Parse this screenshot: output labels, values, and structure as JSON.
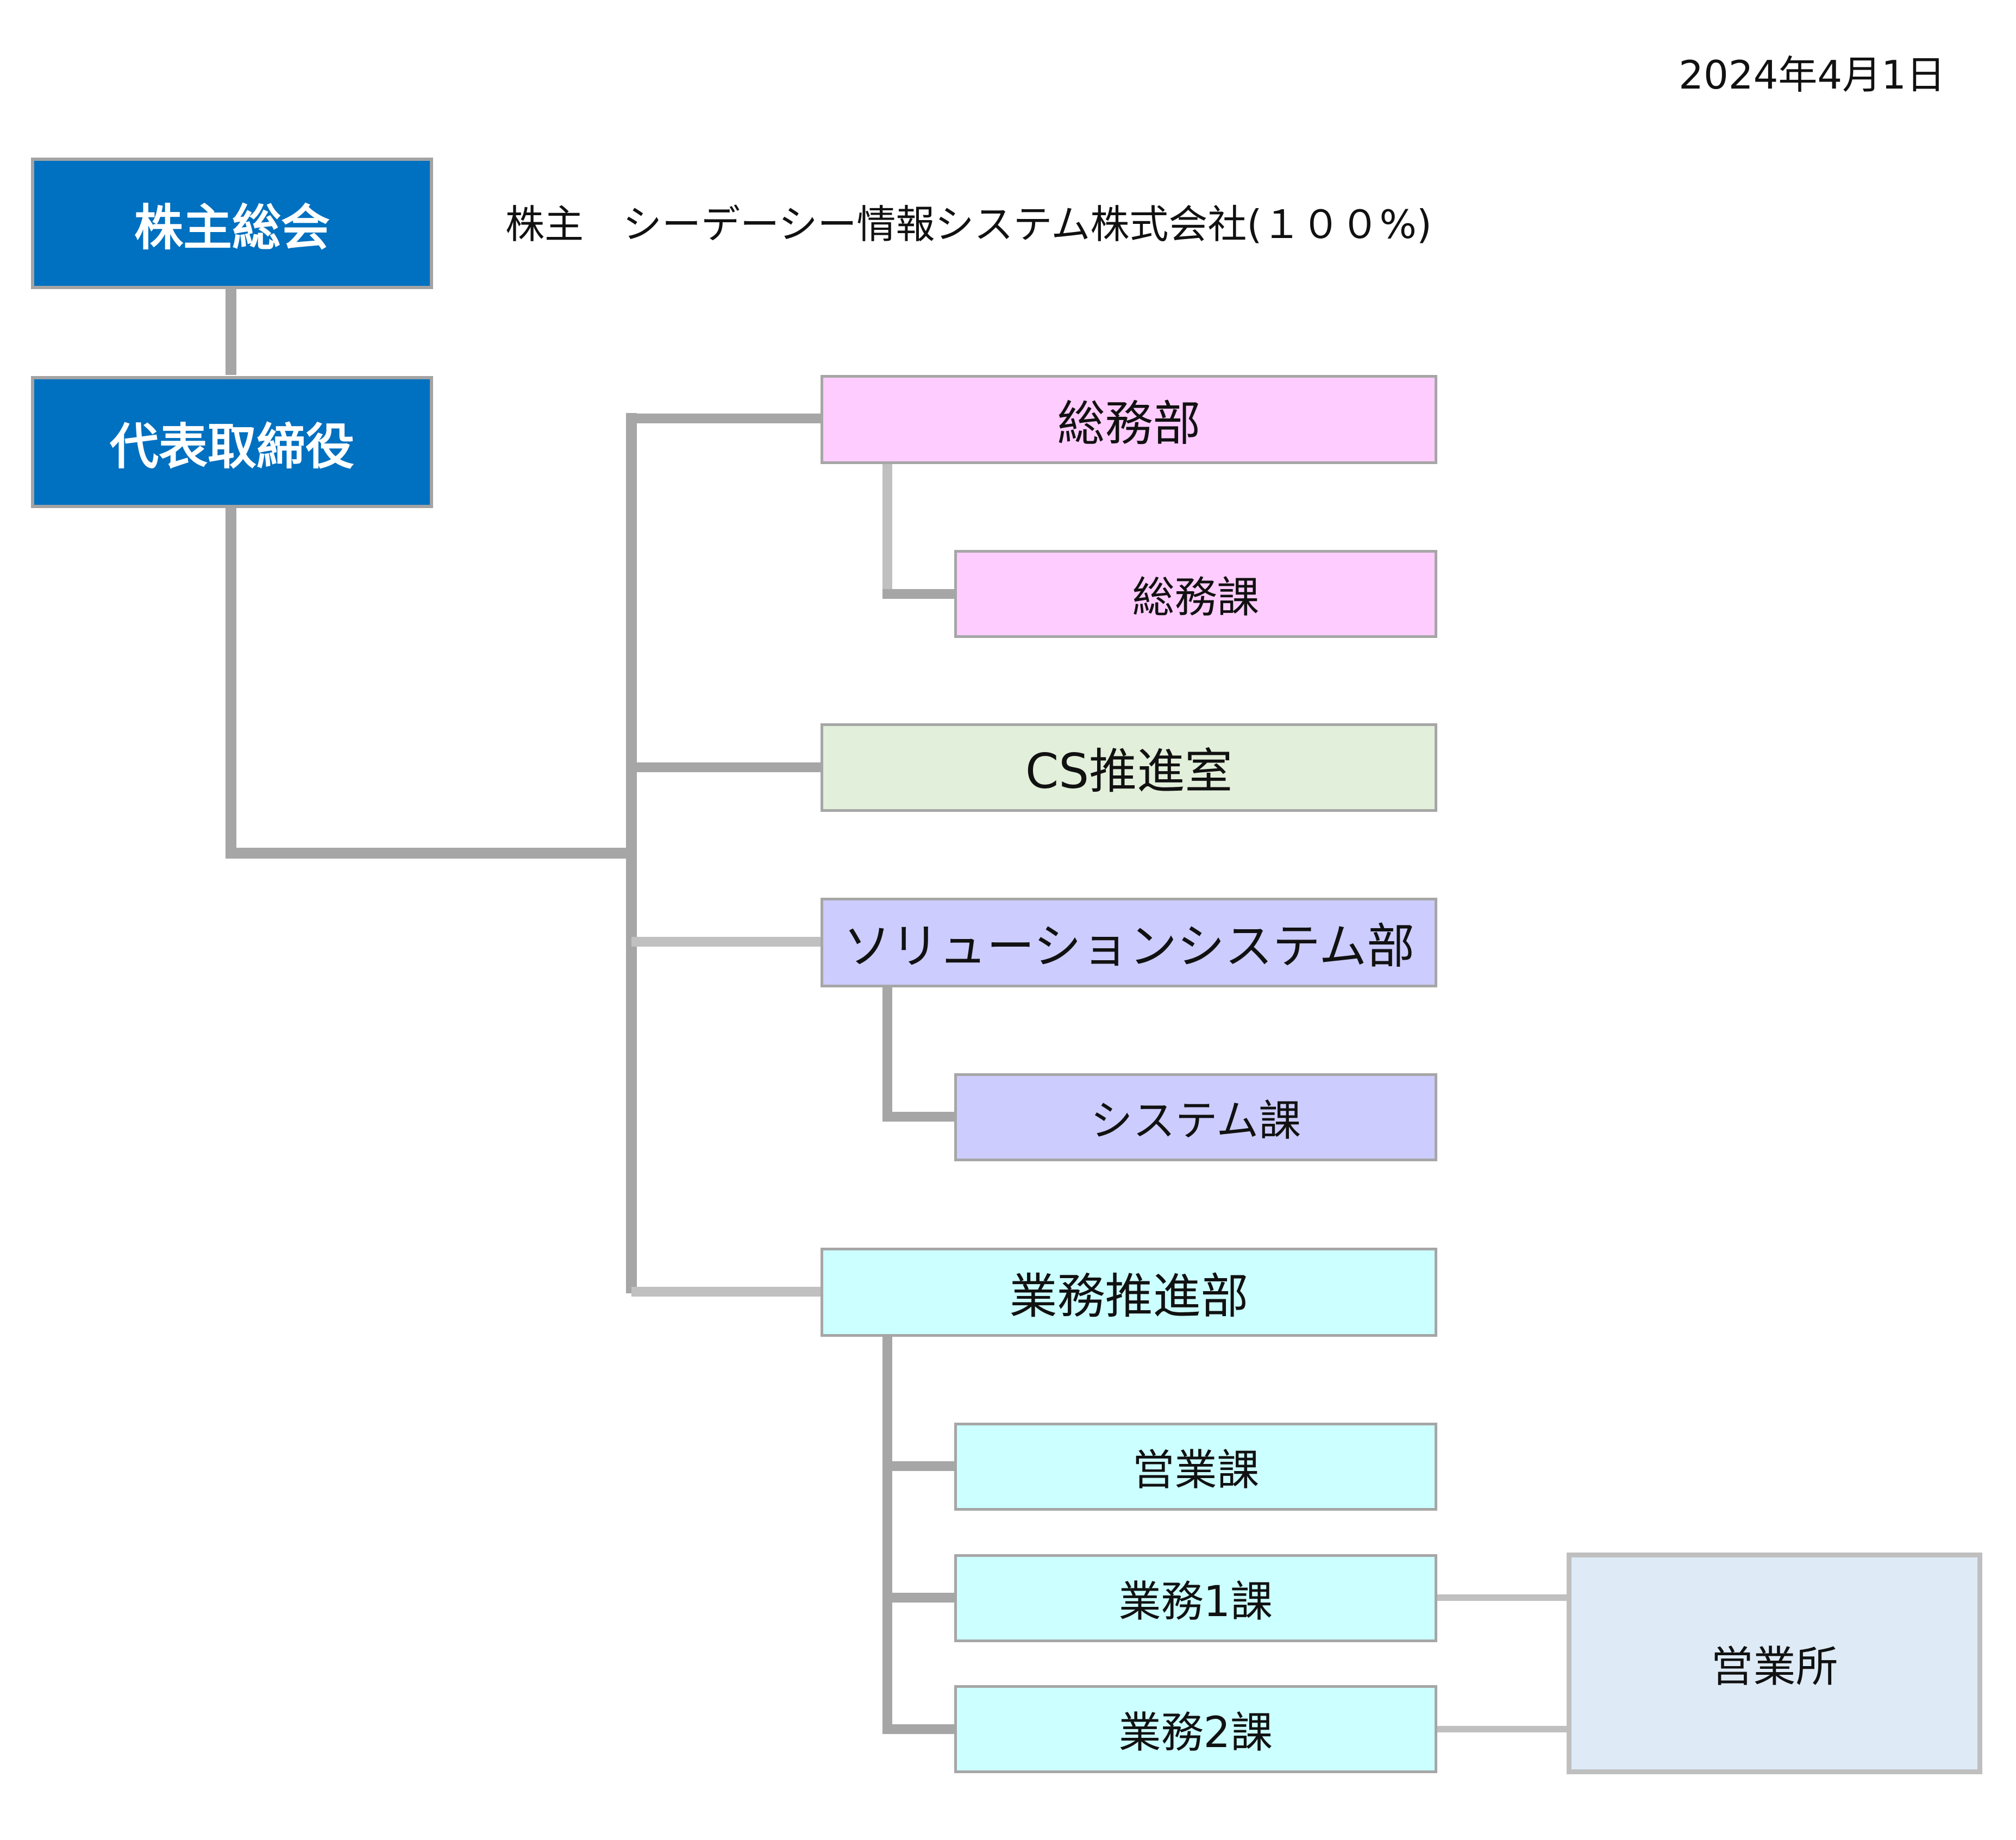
{
  "date": "2024年4月1日",
  "shareholder_note": "株主　シーデーシー情報システム株式会社(１００%)",
  "colors": {
    "executive": "#0070c0",
    "general_affairs": "#ffccff",
    "cs": "#e2efda",
    "solution": "#ccccff",
    "business": "#ccffff",
    "office": "#deebf7",
    "line_dark": "#a6a6a6",
    "line_light": "#c0c0c0"
  },
  "nodes": {
    "general_meeting": "株主総会",
    "ceo": "代表取締役",
    "general_affairs_dept": "総務部",
    "general_affairs_section": "総務課",
    "cs_office": "CS推進室",
    "solution_dept": "ソリューションシステム部",
    "system_section": "システム課",
    "business_dept": "業務推進部",
    "sales_section": "営業課",
    "business_section_1": "業務1課",
    "business_section_2": "業務2課",
    "sales_office": "営業所"
  }
}
